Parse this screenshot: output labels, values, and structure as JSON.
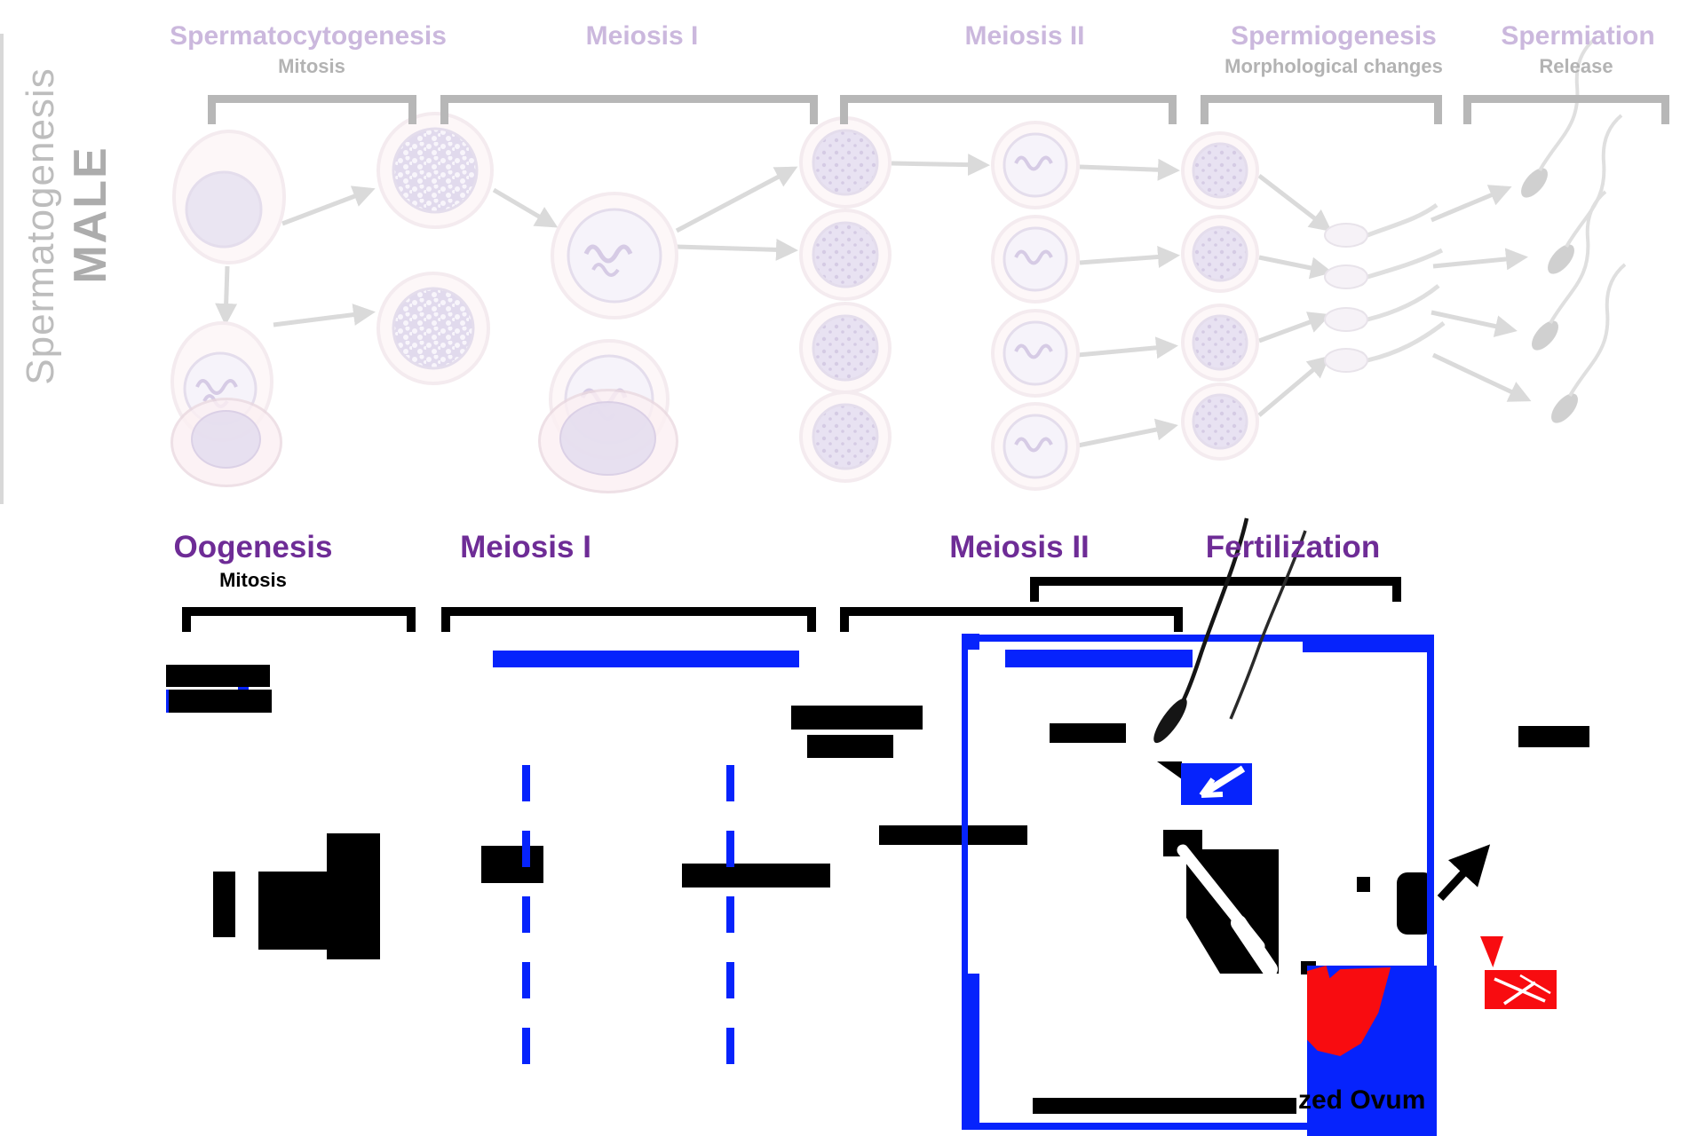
{
  "side": {
    "title": "Spermatogenesis",
    "male": "MALE"
  },
  "top_stages": [
    {
      "title": "Spermatocytogenesis",
      "subtitle": "Mitosis"
    },
    {
      "title": "Meiosis I",
      "subtitle": ""
    },
    {
      "title": "Meiosis II",
      "subtitle": ""
    },
    {
      "title": "Spermiogenesis",
      "subtitle": "Morphological changes"
    },
    {
      "title": "Spermiation",
      "subtitle": "Release"
    }
  ],
  "bottom_stages": [
    {
      "title": "Oogenesis",
      "subtitle": "Mitosis"
    },
    {
      "title": "Meiosis I"
    },
    {
      "title": "Meiosis II"
    },
    {
      "title": "Fertilization"
    }
  ],
  "fertilization": {
    "visible_caption": "zed Ovum"
  },
  "colors": {
    "accent_blue": "#0623fc",
    "accent_red": "#f80c10",
    "heading_purple": "#6e2c96",
    "faded_lilac": "#cbb8dd",
    "gray": "#b3b3b3",
    "black": "#000000"
  }
}
